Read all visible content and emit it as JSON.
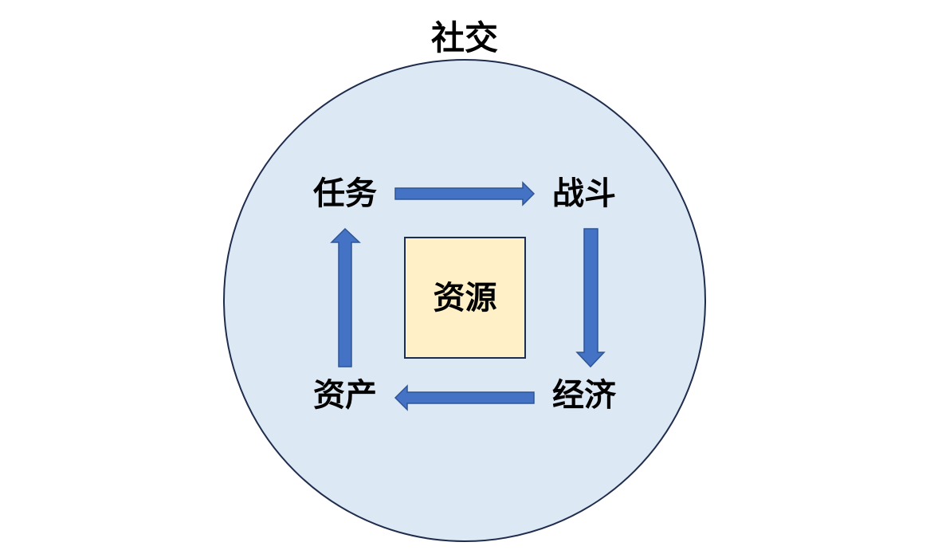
{
  "diagram": {
    "title": "社交",
    "center": "资源",
    "nodes": {
      "top_left": "任务",
      "top_right": "战斗",
      "bottom_right": "经济",
      "bottom_left": "资产"
    }
  },
  "colors": {
    "circle_fill": "#dde8f5",
    "circle_stroke": "#1f2d4d",
    "center_fill": "#fff0c8",
    "arrow_fill": "#4472c4",
    "arrow_stroke": "#2f5597"
  }
}
